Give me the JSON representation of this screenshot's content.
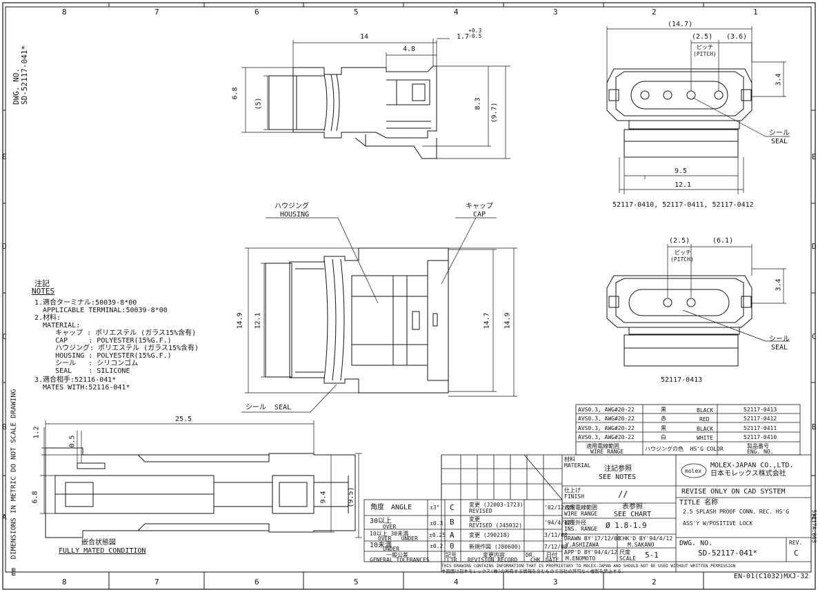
{
  "border": {
    "cols_top": [
      "8",
      "7",
      "6",
      "5",
      "4",
      "3",
      "2",
      "1"
    ],
    "rows": [
      "E",
      "D",
      "C",
      "B",
      "A"
    ],
    "rows_right": [
      "E",
      "D",
      "C",
      "B",
      "A"
    ]
  },
  "left_margin": {
    "dwg_no": "DWG. NO.\nSD-52117-041*",
    "note": "mm  DIMENSIONS IN METRIC DO NOT SCALE DRAWING",
    "right_vertical": "52117A.003"
  },
  "top_view": {
    "dim_14": "14",
    "dim_4_8": "4.8",
    "dim_1_7": "1.7",
    "tol_plus": "+0.3",
    "tol_minus": "-0.5",
    "dim_6_8": "6.8",
    "dim_5": "(5)",
    "dim_8_3": "8.3",
    "dim_9_7": "(9.7)"
  },
  "front_view_1": {
    "dim_14_7": "(14.7)",
    "dim_2_5": "(2.5)",
    "dim_3_6": "(3.6)",
    "pitch_jp": "ピッチ",
    "pitch_en": "(PITCH)",
    "dim_3_4": "3.4",
    "dim_9_5": "9.5",
    "dim_12_1": "12.1",
    "seal_jp": "シール",
    "seal_en": "SEAL",
    "caption": "52117-0410, 52117-0411, 52117-0412"
  },
  "front_view_2": {
    "dim_2_5": "(2.5)",
    "dim_6_1": "(6.1)",
    "pitch_jp": "ピッチ",
    "pitch_en": "(PITCH)",
    "dim_3_4": "3.4",
    "seal_jp": "シール",
    "seal_en": "SEAL",
    "caption": "52117-0413"
  },
  "side_view": {
    "housing_jp": "ハウジング",
    "housing_en": "HOUSING",
    "cap_jp": "キャップ",
    "cap_en": "CAP",
    "dim_14_9_left": "14.9",
    "dim_12_1": "12.1",
    "dim_14_7": "14.7",
    "dim_14_9_right": "14.9",
    "seal_label": "シール  SEAL"
  },
  "mated_view": {
    "dim_25_5": "25.5",
    "dim_1_2": "1.2",
    "dim_0_5": "0.5",
    "dim_6_8": "6.8",
    "dim_9_4": "9.4",
    "dim_9_5": "(9.5)",
    "caption_jp": "嵌合状態図",
    "caption_en": "FULLY MATED CONDITION"
  },
  "notes": {
    "title_jp": "注記",
    "title_en": "NOTES",
    "lines": [
      "1.適合ターミナル:50039-8*00",
      "  APPLICABLE TERMINAL:50039-8*00",
      "2.材料:",
      "  MATERIAL:",
      "     キャップ : ポリエステル (ガラス15%含有)",
      "     CAP     : POLYESTER(15%G.F.)",
      "     ハウジング: ポリエステル (ガラス15%含有)",
      "     HOUSING : POLYESTER(15%G.F.)",
      "     シール   : シリコンゴム",
      "     SEAL    : SILICONE",
      "3.適合相手:52116-041*",
      "  MATES WITH:52116-041*"
    ]
  },
  "part_table": {
    "rows": [
      {
        "wire": "AVS0.3, AWG#20-22",
        "color_jp": "黒",
        "color_en": "BLACK",
        "part": "52117-0413"
      },
      {
        "wire": "AVS0.3, AWG#20-22",
        "color_jp": "赤",
        "color_en": "RED",
        "part": "52117-0412"
      },
      {
        "wire": "AVS0.3, AWG#20-22",
        "color_jp": "黒",
        "color_en": "BLACK",
        "part": "52117-0411"
      },
      {
        "wire": "AVS0.3, AWG#20-22",
        "color_jp": "白",
        "color_en": "WHITE",
        "part": "52117-0410"
      }
    ],
    "hdr_wire_jp": "適用電線範囲",
    "hdr_wire_en": "WIRE RANGE",
    "hdr_color": "ハウジングの色  HS'G COLOR",
    "hdr_part_jp": "製品番号",
    "hdr_part_en": "ENG. NO."
  },
  "title_block": {
    "material_jp": "材料",
    "material_en": "MATERIAL",
    "see_notes_jp": "注記参照",
    "see_notes_en": "SEE NOTES",
    "finish_jp": "仕上げ",
    "finish_en": "FINISH",
    "finish_val": "//",
    "wire_range_jp": "適用電線範囲",
    "wire_range_en": "WIRE RANGE",
    "see_chart_jp": "表参照",
    "see_chart_en": "SEE CHART",
    "ins_range_jp": "被覆外径",
    "ins_range_en": "INS. RANGE",
    "ins_range_val": "Ø 1.8-1.9",
    "drawn": "DRAWN BY'17/12/08",
    "drawn_name": "Y.ASHIZAWA",
    "chkd": "CHK'D BY'94/4/12",
    "chkd_name": "M.SAKANO",
    "appd": "APP'D BY'94/4/12",
    "appd_name": "M.ENOMOTO",
    "scale_jp": "尺度",
    "scale_en": "SCALE",
    "scale_val": "5-1",
    "company_en": "MOLEX-JAPAN CO.,LTD.",
    "company_jp": "日本モレックス株式会社",
    "logo": "molex",
    "revise_note": "REVISE ONLY ON CAD SYSTEM",
    "title_label": "TITLE 名称",
    "title_line1": "2.5 SPLASH PROOF CONN. REC. HS'G",
    "title_line2": "ASS'Y W/POSITIVE LOCK",
    "dwg_label": "DWG. NO.",
    "dwg_no": "SD-52117-041*",
    "rev_label": "REV.",
    "rev_val": "C"
  },
  "tolerances": {
    "angle_jp": "角度",
    "angle_en": "ANGLE",
    "angle_tol": "±3°",
    "rows": [
      {
        "jp": "30以上",
        "en": "OVER",
        "tol": "±0.3"
      },
      {
        "jp": "10以上 30未満",
        "en": "OVER   UNDER",
        "tol": "±0.25"
      },
      {
        "jp": "10未満",
        "en": "UNDER",
        "tol": "±0.2"
      }
    ],
    "general_jp": "一般公差",
    "general_en": "GENERAL TOLERANCES"
  },
  "revisions": {
    "rows": [
      {
        "mark": "C",
        "desc": "変更 (J2003-1723)",
        "desc_en": "REVISED",
        "date": "'02/12/25"
      },
      {
        "mark": "B",
        "desc": "変更",
        "desc_en": "REVISED (J45032)",
        "date": "'94/4/12"
      },
      {
        "mark": "A",
        "desc": "変更 (J90218)",
        "desc_en": "",
        "date": "3/11/08"
      },
      {
        "mark": "0",
        "desc": "新規作図 (J80600)",
        "desc_en": "",
        "date": "7/12/08"
      }
    ],
    "hdr_mark_jp": "記号",
    "hdr_mark_en": "LTR",
    "hdr_desc_jp": "変更内容",
    "hdr_desc_en": "REVISION RECORD",
    "hdr_dr": "DR.",
    "hdr_chk": "CHK.",
    "hdr_date_jp": "日付",
    "hdr_date_en": "DATE"
  },
  "footer": {
    "proprietary_en": "THIS DRAWING CONTAINS INFORMATION THAT IS PROPRIETARY TO MOLEX-JAPAN AND SHOULD NOT BE USED WITHOUT WRITTEN PERMISSION",
    "proprietary_jp": "本図面は日本モレックス(株)の所有する情報を含むもので当社の許可なく複製を禁止する。",
    "form_no": "EN-01(C1032)MXJ-32"
  }
}
